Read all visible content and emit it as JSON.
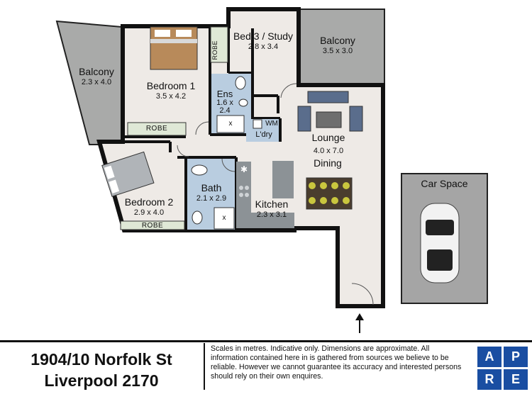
{
  "rooms": {
    "balcony_left": {
      "name": "Balcony",
      "dim": "2.3 x 4.0"
    },
    "bedroom1": {
      "name": "Bedroom 1",
      "dim": "3.5 x 4.2"
    },
    "bed3": {
      "name": "Bed 3 / Study",
      "dim": "2.8 x 3.4"
    },
    "balcony_right": {
      "name": "Balcony",
      "dim": "3.5 x 3.0"
    },
    "ensuite": {
      "name": "Ens",
      "dim1": "1.6 x",
      "dim2": "2.4"
    },
    "laundry": {
      "name": "L'dry",
      "wm": "WM"
    },
    "lounge": {
      "name": "Lounge",
      "dim": "4.0 x 7.0"
    },
    "dining": {
      "name": "Dining"
    },
    "bedroom2": {
      "name": "Bedroom 2",
      "dim": "2.9 x 4.0"
    },
    "bath": {
      "name": "Bath",
      "dim": "2.1 x 2.9"
    },
    "kitchen": {
      "name": "Kitchen",
      "dim": "2.3 x 3.1"
    },
    "car_space": {
      "name": "Car Space"
    }
  },
  "robes": {
    "bed1_side": "ROBE",
    "bed1_bottom": "ROBE",
    "bed2": "ROBE"
  },
  "fixtures": {
    "shower_mark": "x"
  },
  "footer": {
    "address_line1": "1904/10 Norfolk St",
    "address_line2": "Liverpool 2170",
    "disclaimer": "Scales in metres. Indicative only. Dimensions are approximate. All information contained here in is gathered from sources we believe to be reliable. However we cannot guarantee its accuracy and interested persons should rely on their own enquires."
  },
  "logo": {
    "letters": [
      "A",
      "P",
      "R",
      "E"
    ]
  },
  "colors": {
    "floor": "#eeeae6",
    "wall": "#111111",
    "balcony": "#a9aaa9",
    "wet_area": "#b9cde0",
    "kitchen_bench": "#8c9296",
    "car_space": "#a5a5a5",
    "robe": "#dfe8d6",
    "logo": "#1a4ea2"
  },
  "icons": [
    "bed-icon",
    "sofa-icon",
    "dining-table-icon",
    "car-icon",
    "entry-arrow-icon",
    "toilet-icon",
    "basin-icon",
    "shower-icon",
    "cooktop-icon"
  ]
}
